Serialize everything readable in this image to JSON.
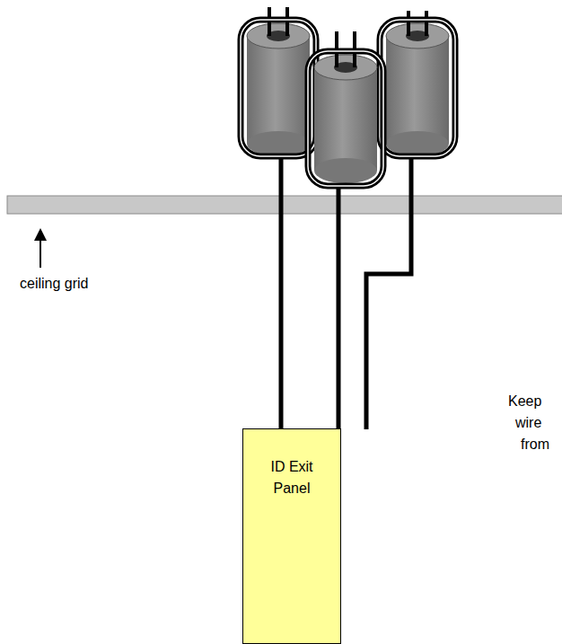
{
  "diagram": {
    "nodes": [
      {
        "text": [
          "ID Exit Panel"
        ]
      }
    ],
    "labels": [
      "ceiling grid",
      "Keep",
      "wire",
      "from"
    ]
  }
}
